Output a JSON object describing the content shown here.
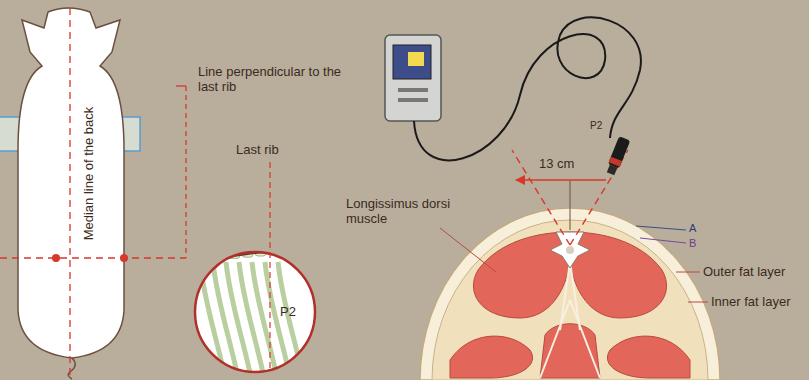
{
  "diagram": {
    "labels": [
      "Median line of the back",
      "Line perpendicular to the last rib",
      "Last rib",
      "P2",
      "Longissimus dorsi muscle",
      "13 cm",
      "P2",
      "A",
      "B",
      "Outer fat layer",
      "Inner fat layer"
    ]
  }
}
